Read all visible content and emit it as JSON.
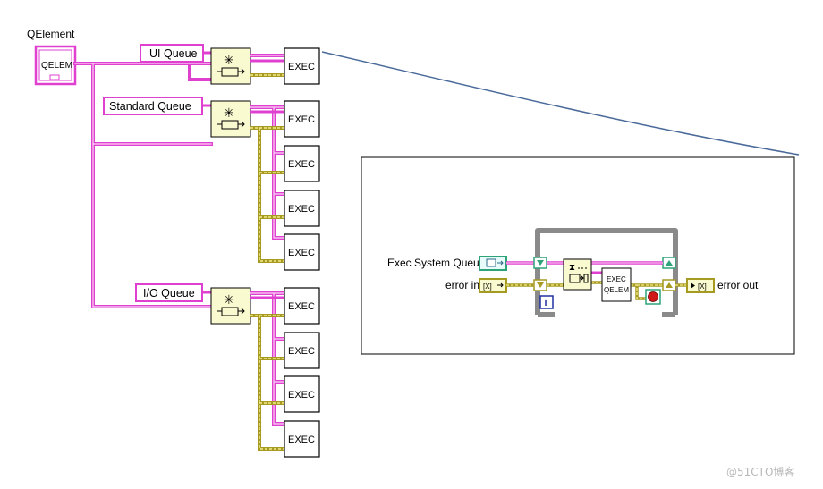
{
  "qelement": {
    "title": "QElement",
    "icon_label": "QELEM"
  },
  "queues": [
    {
      "label": "UI Queue"
    },
    {
      "label": "Standard Queue"
    },
    {
      "label": "I/O Queue"
    }
  ],
  "exec_label": "EXEC",
  "inset": {
    "input_queue_label": "Exec System Queue",
    "error_in_label": "error in",
    "error_out_label": "error out",
    "exec_qelem_line1": "EXEC",
    "exec_qelem_line2": "QELEM",
    "iteration_label": "i",
    "error_cluster_in": "[X]",
    "error_cluster_out": "[X]"
  },
  "watermark": "@51CTO博客",
  "colors": {
    "refnum_wire": "#e040d0",
    "refnum_wire_light": "#f7b8ee",
    "error_wire": "#a69a22",
    "error_dash": "#f2ec8a",
    "dequeue_node_fill": "#fafad0",
    "loop_border": "#8a8a8a",
    "terminal_green": "#2ea37a",
    "iteration_blue": "#2030a0",
    "stop_red": "#d01818"
  },
  "icons": {
    "dequeue": "dequeue-node-icon",
    "stop": "stop-button-icon",
    "iteration": "iteration-terminal-icon"
  }
}
